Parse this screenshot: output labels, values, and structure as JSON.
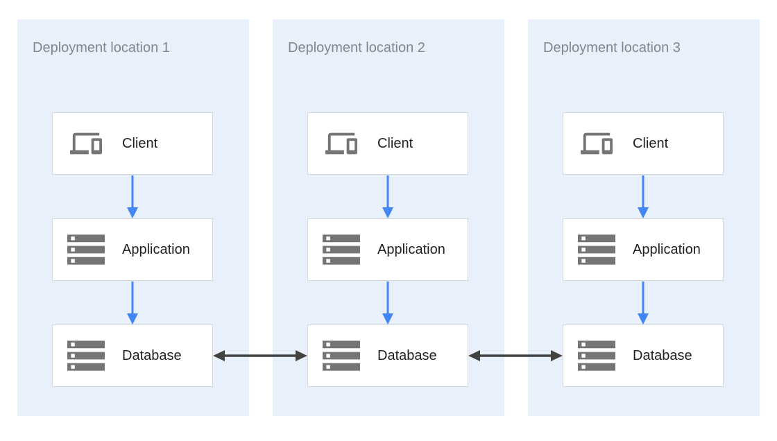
{
  "colors": {
    "page_background": "#ffffff",
    "panel_background": "#e8f0fb",
    "node_background": "#ffffff",
    "node_border": "#d5d7da",
    "icon_gray": "#757575",
    "title_gray": "#80868b",
    "label_text": "#212121",
    "flow_arrow_blue": "#4285f4",
    "replication_arrow_dark": "#424242"
  },
  "diagram": {
    "panels": [
      {
        "title": "Deployment location 1",
        "nodes": [
          {
            "id": "client-1",
            "label": "Client",
            "icon": "devices-icon"
          },
          {
            "id": "application-1",
            "label": "Application",
            "icon": "storage-icon"
          },
          {
            "id": "database-1",
            "label": "Database",
            "icon": "storage-icon"
          }
        ]
      },
      {
        "title": "Deployment location 2",
        "nodes": [
          {
            "id": "client-2",
            "label": "Client",
            "icon": "devices-icon"
          },
          {
            "id": "application-2",
            "label": "Application",
            "icon": "storage-icon"
          },
          {
            "id": "database-2",
            "label": "Database",
            "icon": "storage-icon"
          }
        ]
      },
      {
        "title": "Deployment location 3",
        "nodes": [
          {
            "id": "client-3",
            "label": "Client",
            "icon": "devices-icon"
          },
          {
            "id": "application-3",
            "label": "Application",
            "icon": "storage-icon"
          },
          {
            "id": "database-3",
            "label": "Database",
            "icon": "storage-icon"
          }
        ]
      }
    ],
    "edges": [
      {
        "from": "client-1",
        "to": "application-1",
        "direction": "down",
        "style": "blue-arrow"
      },
      {
        "from": "application-1",
        "to": "database-1",
        "direction": "down",
        "style": "blue-arrow"
      },
      {
        "from": "client-2",
        "to": "application-2",
        "direction": "down",
        "style": "blue-arrow"
      },
      {
        "from": "application-2",
        "to": "database-2",
        "direction": "down",
        "style": "blue-arrow"
      },
      {
        "from": "client-3",
        "to": "application-3",
        "direction": "down",
        "style": "blue-arrow"
      },
      {
        "from": "application-3",
        "to": "database-3",
        "direction": "down",
        "style": "blue-arrow"
      },
      {
        "from": "database-1",
        "to": "database-2",
        "direction": "bidirectional",
        "style": "dark-arrow"
      },
      {
        "from": "database-2",
        "to": "database-3",
        "direction": "bidirectional",
        "style": "dark-arrow"
      }
    ]
  }
}
